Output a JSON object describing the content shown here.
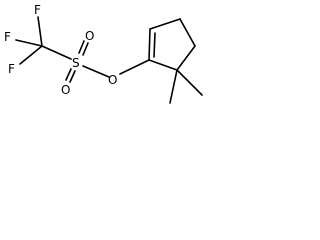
{
  "structure": {
    "atoms": {
      "f_top": "F",
      "f_left": "F",
      "f_bottom": "F",
      "sulfur": "S",
      "oxygen_top": "O",
      "oxygen_bottom": "O",
      "oxygen_ester": "O"
    },
    "colors": {
      "bond": "#000000",
      "label": "#000000",
      "background": "#ffffff"
    }
  }
}
